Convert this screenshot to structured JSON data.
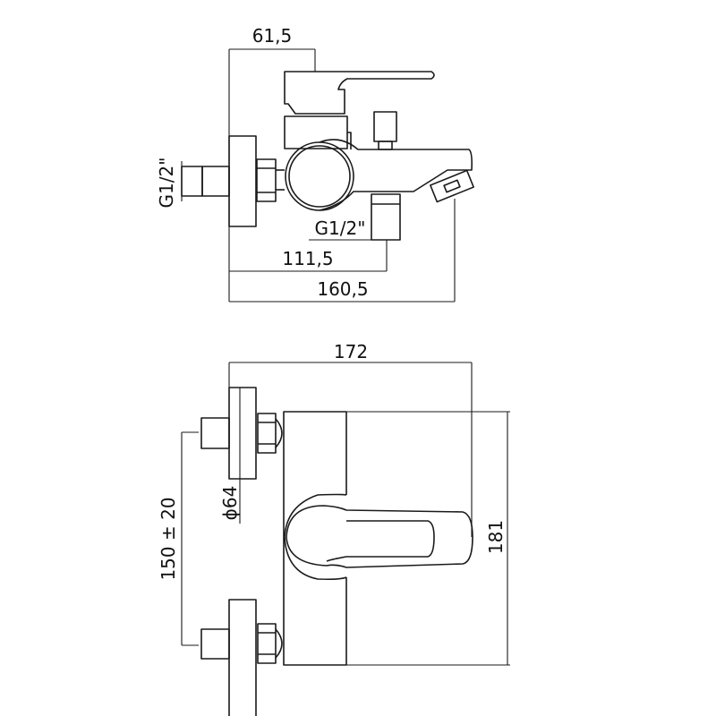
{
  "side_view": {
    "dim_lever_offset": "61,5",
    "dim_wall_inlet_thread": "G1/2\"",
    "dim_outlet_thread": "G1/2\"",
    "dim_outlet_offset": "111,5",
    "dim_spout_projection": "160,5"
  },
  "front_view": {
    "dim_total_width": "172",
    "dim_flange_diameter": "ϕ64",
    "dim_inlet_spacing": "150 ± 20",
    "dim_body_height": "181"
  },
  "colors": {
    "line": "#1a1a1a",
    "background": "#ffffff"
  }
}
